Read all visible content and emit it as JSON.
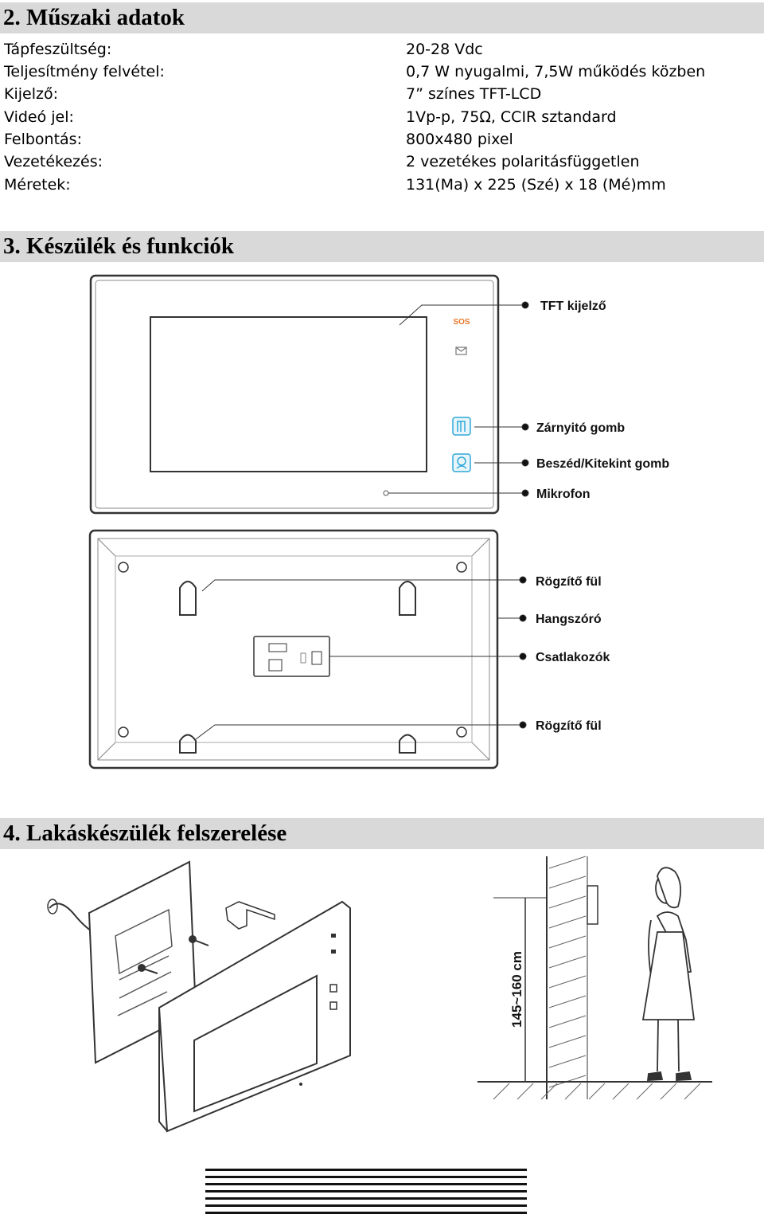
{
  "sections": {
    "specs_title": "2. Műszaki adatok",
    "device_title": "3. Készülék és funkciók",
    "install_title": "4. Lakáskészülék felszerelése"
  },
  "specs": [
    {
      "label": "Tápfeszültség:",
      "value": "20-28 Vdc"
    },
    {
      "label": "Teljesítmény felvétel:",
      "value": "0,7 W nyugalmi, 7,5W működés közben"
    },
    {
      "label": "Kijelző:",
      "value": "7” színes TFT-LCD"
    },
    {
      "label": "Videó jel:",
      "value": "1Vp-p, 75Ω, CCIR sztandard"
    },
    {
      "label": "Felbontás:",
      "value": "800x480 pixel"
    },
    {
      "label": "Vezetékezés:",
      "value": "2 vezetékes polaritásfüggetlen"
    },
    {
      "label": "Méretek:",
      "value": "131(Ma) x 225 (Szé) x 18 (Mé)mm"
    }
  ],
  "front_view": {
    "label_screen": "TFT kijelző",
    "label_unlock": "Zárnyitó gomb",
    "label_talk": "Beszéd/Kitekint gomb",
    "label_mic": "Mikrofon",
    "indicator_text": "SOS"
  },
  "back_view": {
    "label_hook_top": "Rögzítő fül",
    "label_speaker": "Hangszóró",
    "label_connectors": "Csatlakozók",
    "label_hook_bottom": "Rögzítő fül"
  },
  "installation": {
    "height_label": "145~160 cm"
  },
  "colors": {
    "heading_bg": "#d9d9d9",
    "button_blue": "#2fa8d8",
    "indicator_orange": "#e8782a"
  }
}
